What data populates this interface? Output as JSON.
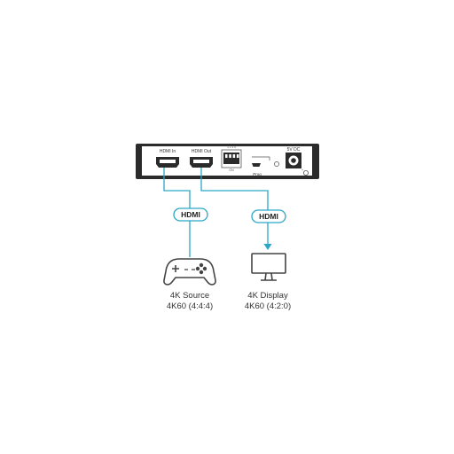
{
  "device": {
    "ports": {
      "hdmi_in": "HDMI In",
      "hdmi_out": "HDMI Out",
      "prog": "Prog",
      "power": "5V DC"
    },
    "dip_numbers": "1 2 3 4",
    "dip_on_label": "ON"
  },
  "cables": {
    "input_badge": "HDMI",
    "output_badge": "HDMI"
  },
  "source": {
    "name": "4K Source",
    "format": "4K60 (4:4:4)",
    "icon": "gamepad-icon"
  },
  "display": {
    "name": "4K Display",
    "format": "4K60 (4:2:0)",
    "icon": "monitor-icon"
  },
  "colors": {
    "cable": "#2aa6c8",
    "device": "#2b2b2b",
    "outline": "#555555",
    "text": "#333333"
  }
}
